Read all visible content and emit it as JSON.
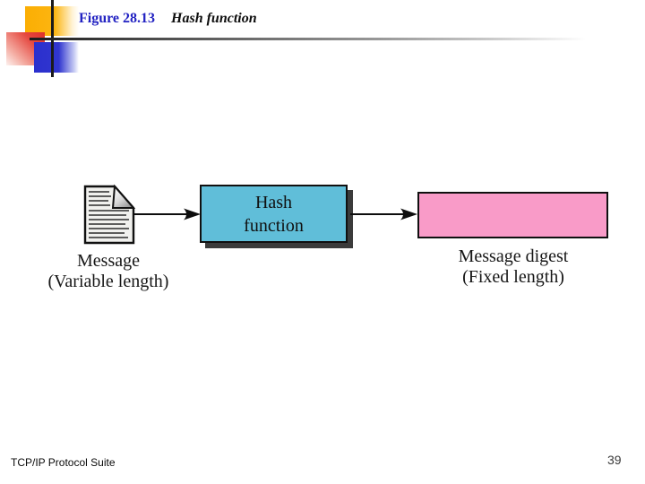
{
  "header": {
    "figure_label": "Figure 28.13",
    "figure_title": "Hash function"
  },
  "diagram": {
    "message_label_line1": "Message",
    "message_label_line2": "(Variable length)",
    "hash_box_line1": "Hash",
    "hash_box_line2": "function",
    "digest_label_line1": "Message digest",
    "digest_label_line2": "(Fixed length)"
  },
  "colors": {
    "figure_label_blue": "#2222c2",
    "hash_box_fill": "#60bed9",
    "digest_box_fill": "#f99bc8"
  },
  "footer": {
    "book_title": "TCP/IP Protocol Suite",
    "page_number": "39"
  }
}
